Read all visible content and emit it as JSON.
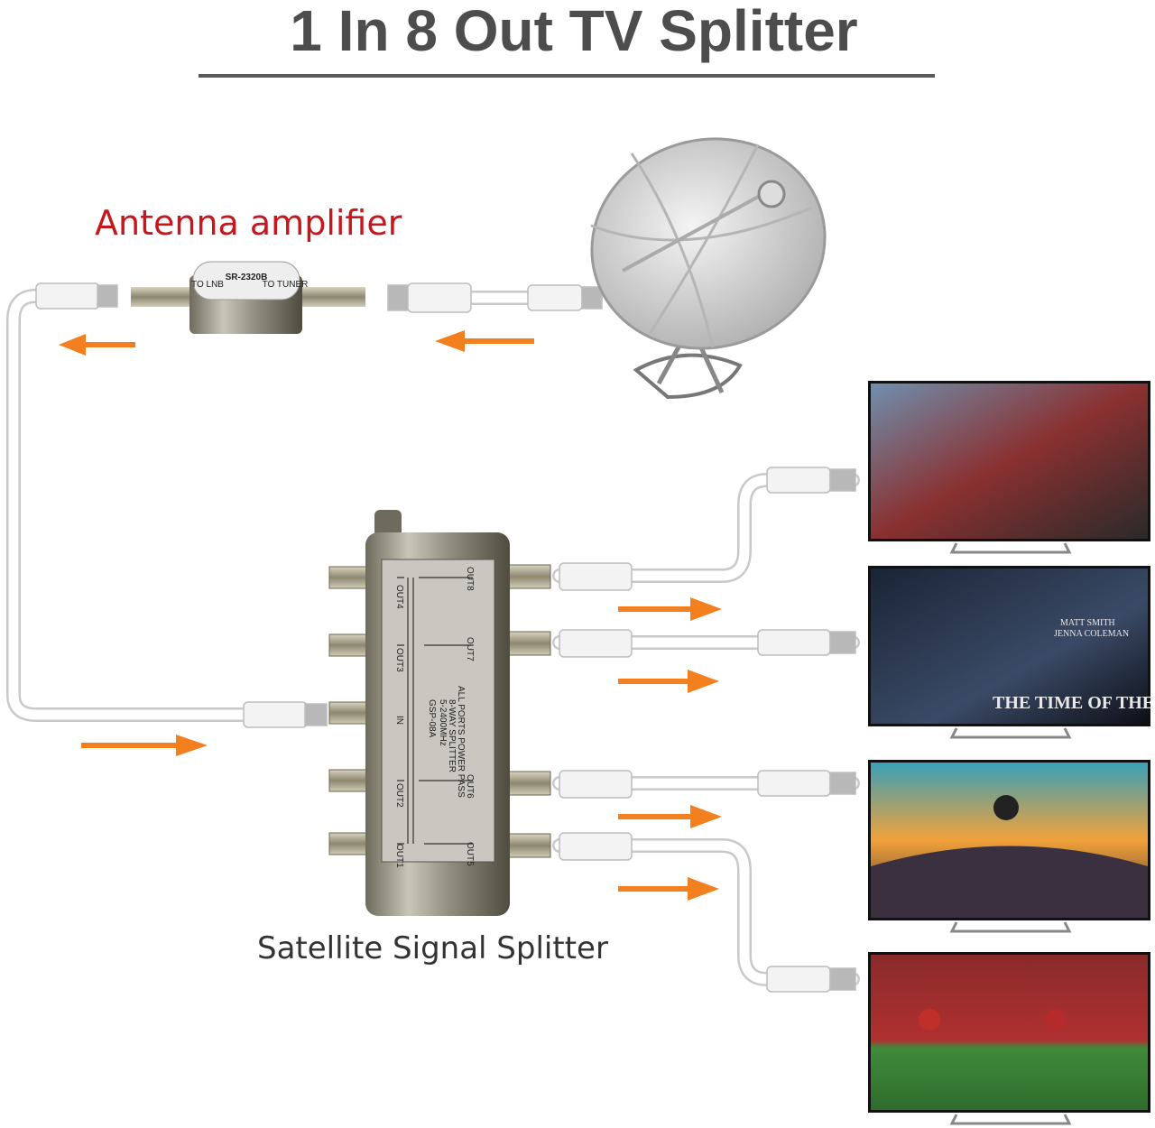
{
  "title": "1 In 8 Out TV Splitter",
  "labels": {
    "amplifier": "Antenna amplifier",
    "splitter": "Satellite Signal Splitter"
  },
  "amplifier_plate": {
    "model": "SR-2320B",
    "left_port": "TO LNB",
    "right_port": "TO TUNER"
  },
  "splitter_plate": {
    "model": "GSP-08A",
    "frequency": "5-2400MHz",
    "type": "8-WAY SPLITTER",
    "note": "ALL PORTS POWER PASS",
    "input": "IN",
    "outputs": [
      "OUT1",
      "OUT2",
      "OUT3",
      "OUT4",
      "OUT5",
      "OUT6",
      "OUT7",
      "OUT8"
    ]
  },
  "tv_screens": [
    {
      "scene": "superhero-movie"
    },
    {
      "scene": "doctor-who",
      "credits": [
        "MATT SMITH",
        "JENNA COLEMAN"
      ],
      "caption": "THE TIME OF THE DOCTOR"
    },
    {
      "scene": "skateboarder-sunset"
    },
    {
      "scene": "football-match"
    }
  ],
  "colors": {
    "title": "#4d4d4d",
    "amplifier_label": "#c8161d",
    "arrow": "#f37f1e"
  }
}
